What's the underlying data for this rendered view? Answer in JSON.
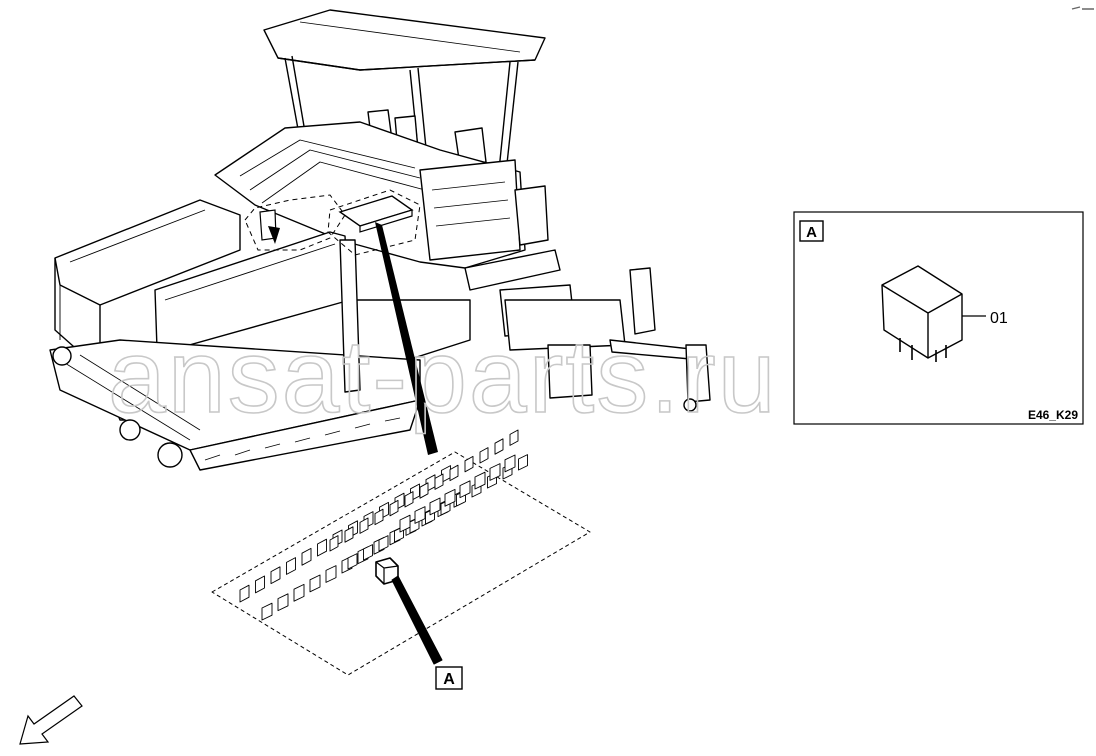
{
  "detail_box": {
    "tag": "A",
    "item_number": "01",
    "drawing_code": "E46_K29"
  },
  "callout": {
    "tag": "A"
  },
  "watermark": {
    "text": "ansat-parts.ru"
  }
}
